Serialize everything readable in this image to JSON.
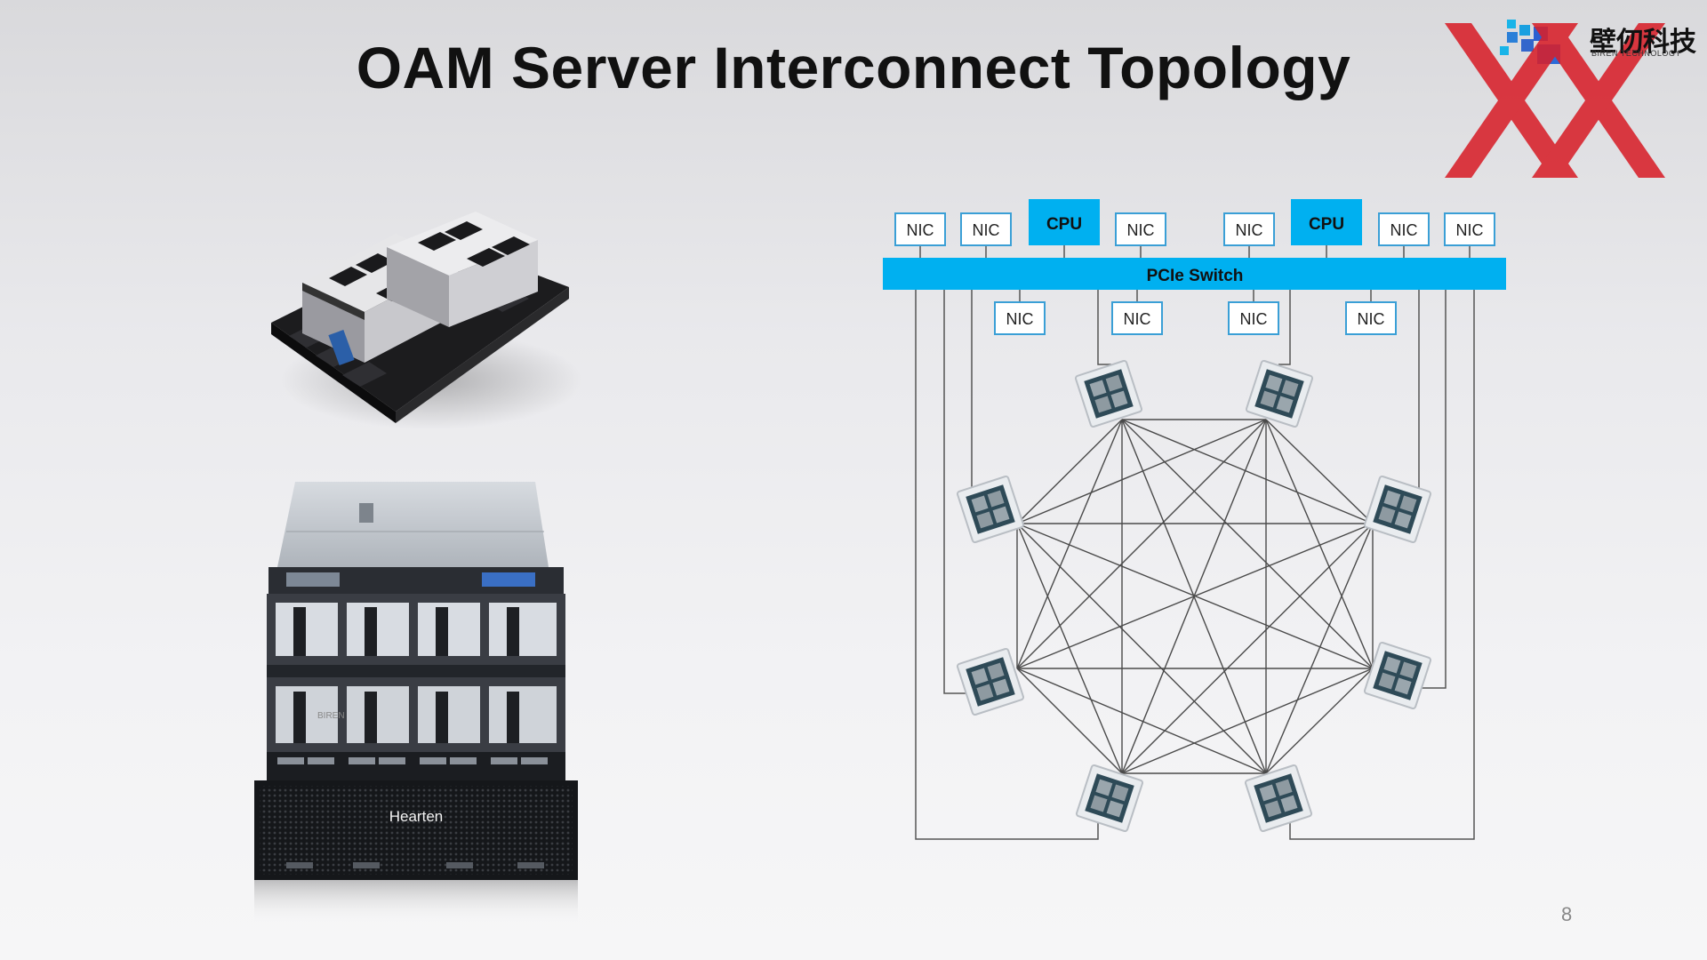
{
  "slide": {
    "title": "OAM Server Interconnect Topology",
    "page_number": "8"
  },
  "logo": {
    "text_cn": "壁仞科技",
    "text_en": "BIREN TECHNOLOGY",
    "watermark": "XX"
  },
  "server_photo": {
    "brand": "Hearten",
    "module_label": "BIREN"
  },
  "topology": {
    "switch_label": "PCIe Switch",
    "cpu_label": "CPU",
    "nic_label": "NIC",
    "top_row": [
      "NIC",
      "NIC",
      "CPU",
      "NIC",
      "NIC",
      "CPU",
      "NIC",
      "NIC"
    ],
    "bottom_row": [
      "NIC",
      "NIC",
      "NIC",
      "NIC"
    ],
    "accelerator_count": 8,
    "accelerator_icon": "oam-chip-icon",
    "interconnect": "full-mesh"
  },
  "colors": {
    "accent": "#00b0f0",
    "box_border": "#3a9fd6",
    "line": "#555555",
    "watermark": "#d8202a"
  }
}
